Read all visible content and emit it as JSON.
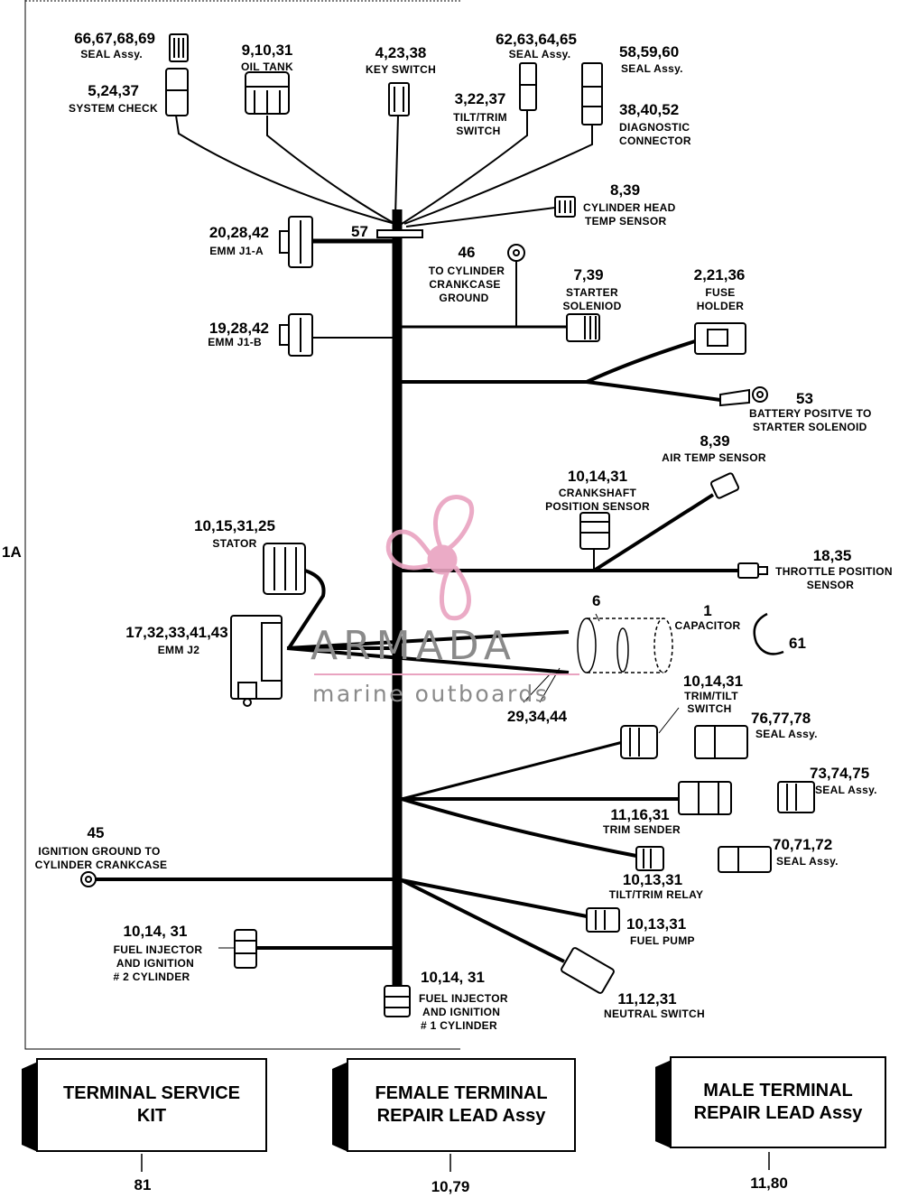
{
  "side_label": "1A",
  "junction_label": "57",
  "callouts": [
    {
      "id": "seal-66",
      "num": "66,67,68,69",
      "caption": "SEAL Assy."
    },
    {
      "id": "syscheck",
      "num": "5,24,37",
      "caption": "SYSTEM CHECK"
    },
    {
      "id": "oiltank",
      "num": "9,10,31",
      "caption": "OIL TANK"
    },
    {
      "id": "keyswitch",
      "num": "4,23,38",
      "caption": "KEY SWITCH"
    },
    {
      "id": "seal-62",
      "num": "62,63,64,65",
      "caption": "SEAL Assy."
    },
    {
      "id": "tilttrim",
      "num": "3,22,37",
      "caption": "TILT/TRIM",
      "caption2": "SWITCH"
    },
    {
      "id": "seal-58",
      "num": "58,59,60",
      "caption": "SEAL Assy."
    },
    {
      "id": "diag",
      "num": "38,40,52",
      "caption": "DIAGNOSTIC",
      "caption2": "CONNECTOR"
    },
    {
      "id": "cylhead",
      "num": "8,39",
      "caption": "CYLINDER HEAD",
      "caption2": "TEMP SENSOR"
    },
    {
      "id": "emmj1a",
      "num": "20,28,42",
      "caption": "EMM J1-A"
    },
    {
      "id": "ground46",
      "num": "46",
      "caption": "TO CYLINDER",
      "caption2": "CRANKCASE",
      "caption3": "GROUND"
    },
    {
      "id": "starter",
      "num": "7,39",
      "caption": "STARTER",
      "caption2": "SOLENIOD"
    },
    {
      "id": "fuse",
      "num": "2,21,36",
      "caption": "FUSE",
      "caption2": "HOLDER"
    },
    {
      "id": "emmj1b",
      "num": "19,28,42",
      "caption": "EMM J1-B"
    },
    {
      "id": "battery",
      "num": "53",
      "caption": "BATTERY POSITVE TO",
      "caption2": "STARTER SOLENOID"
    },
    {
      "id": "airtemp",
      "num": "8,39",
      "caption": "AIR TEMP SENSOR"
    },
    {
      "id": "crank",
      "num": "10,14,31",
      "caption": "CRANKSHAFT",
      "caption2": "POSITION SENSOR"
    },
    {
      "id": "stator",
      "num": "10,15,31,25",
      "caption": "STATOR"
    },
    {
      "id": "throttle",
      "num": "18,35",
      "caption": "THROTTLE POSITION",
      "caption2": "SENSOR"
    },
    {
      "id": "emmj2",
      "num": "17,32,33,41,43",
      "caption": "EMM J2"
    },
    {
      "id": "six",
      "num": "6"
    },
    {
      "id": "capacitor",
      "num": "1",
      "caption": "CAPACITOR"
    },
    {
      "id": "sixtyone",
      "num": "61"
    },
    {
      "id": "trimtilt",
      "num": "10,14,31",
      "caption": "TRIM/TILT",
      "caption2": "SWITCH"
    },
    {
      "id": "twentynine",
      "num": "29,34,44"
    },
    {
      "id": "seal-76",
      "num": "76,77,78",
      "caption": "SEAL Assy."
    },
    {
      "id": "seal-73",
      "num": "73,74,75",
      "caption": "SEAL Assy."
    },
    {
      "id": "trimsender",
      "num": "11,16,31",
      "caption": "TRIM SENDER"
    },
    {
      "id": "ign45",
      "num": "45",
      "caption": "IGNITION GROUND TO",
      "caption2": "CYLINDER CRANKCASE"
    },
    {
      "id": "seal-70",
      "num": "70,71,72",
      "caption": "SEAL Assy."
    },
    {
      "id": "relay",
      "num": "10,13,31",
      "caption": "TILT/TRIM RELAY"
    },
    {
      "id": "fuelpump",
      "num": "10,13,31",
      "caption": "FUEL PUMP"
    },
    {
      "id": "inj2",
      "num": "10,14, 31",
      "caption": "FUEL INJECTOR",
      "caption2": "AND IGNITION",
      "caption3": "# 2 CYLINDER"
    },
    {
      "id": "inj1",
      "num": "10,14, 31",
      "caption": "FUEL INJECTOR",
      "caption2": "AND IGNITION",
      "caption3": "# 1 CYLINDER"
    },
    {
      "id": "neutral",
      "num": "11,12,31",
      "caption": "NEUTRAL SWITCH"
    }
  ],
  "kits": [
    {
      "line1": "TERMINAL SERVICE",
      "line2": "KIT",
      "num": "81"
    },
    {
      "line1": "FEMALE TERMINAL",
      "line2": "REPAIR LEAD Assy",
      "num": "10,79"
    },
    {
      "line1": "MALE TERMINAL",
      "line2": "REPAIR LEAD Assy",
      "num": "11,80"
    }
  ],
  "watermark": {
    "brand": "ARMADA",
    "tagline": "marine outboards",
    "color": "#e9a3c0"
  }
}
